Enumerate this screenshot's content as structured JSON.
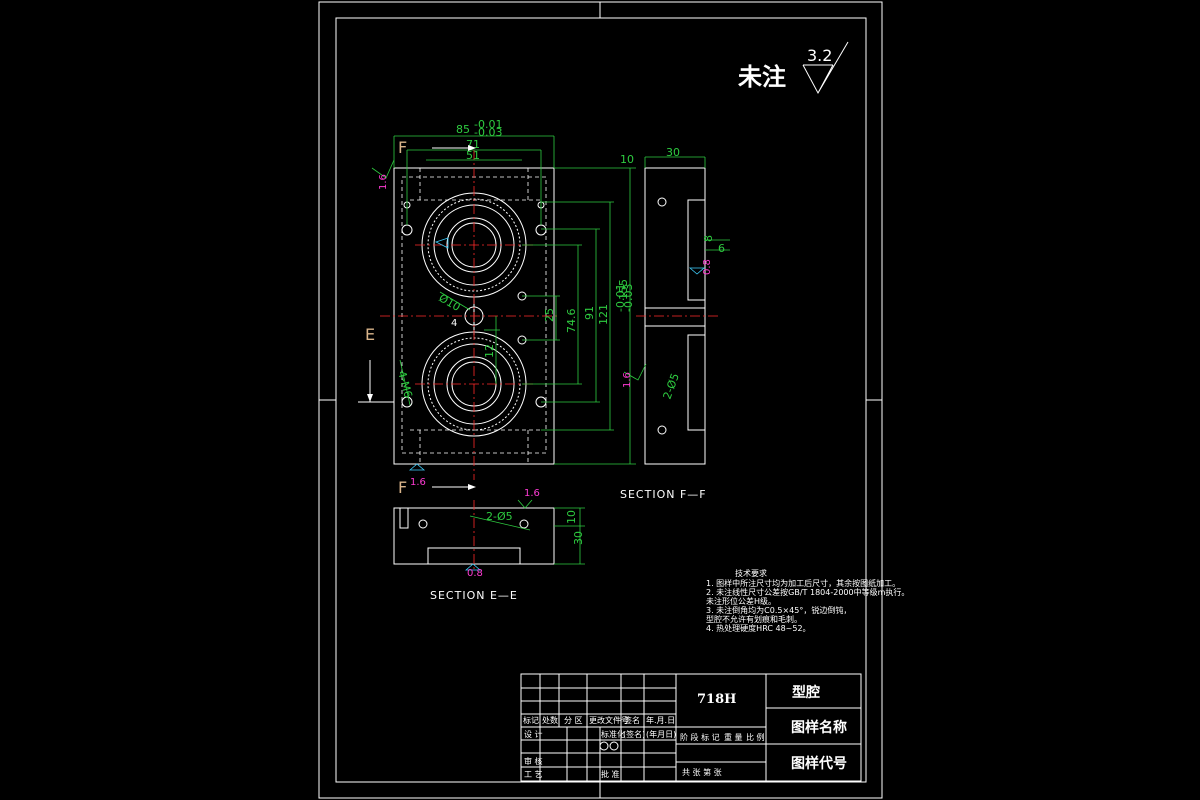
{
  "note_header": {
    "text": "未注",
    "roughness": "3.2"
  },
  "dimensions": {
    "width_85": "85",
    "width_85_tol_up": "-0.01",
    "width_85_tol_dn": "-0.03",
    "width_71": "71",
    "width_51": "51",
    "width_10": "10",
    "width_30": "30",
    "h_155": "155",
    "h_155_tol_up": "-0.01",
    "h_155_tol_dn": "-0.03",
    "h_121": "121",
    "h_91": "91",
    "h_74": "74.6",
    "h_25": "25",
    "h_12": "12",
    "dia_10": "Ø10",
    "four": "4",
    "screw": "4-M6",
    "ff_8": "8",
    "ff_6": "6",
    "ff_phi5": "2-Ø5",
    "ee_phi5": "2-Ø5",
    "ee_10": "10",
    "ee_30": "30"
  },
  "roughness_marks": {
    "r1": "1.6",
    "r2": "1.6",
    "r3": "1.6",
    "r4": "0.8",
    "r5": "1.6",
    "r6": "0.8"
  },
  "section_labels": {
    "F_top": "F",
    "F_bottom": "F",
    "E": "E",
    "section_ff": "SECTION F—F",
    "section_ee": "SECTION E—E"
  },
  "tech_notes": {
    "title": "技术要求",
    "lines": [
      "1. 图样中所注尺寸均为加工后尺寸，其余按图纸加工。",
      "2. 未注线性尺寸公差按GB/T 1804-2000中等级m执行。",
      "   未注形位公差H级。",
      "3. 未注倒角均为C0.5×45°，锐边倒钝，",
      "   型腔不允许有划痕和毛刺。",
      "4. 热处理硬度HRC 48~52。"
    ]
  },
  "title_block": {
    "material": "718H",
    "part_name": "型腔",
    "label_name": "图样名称",
    "label_code": "图样代号",
    "row_headers": [
      "标记",
      "处数",
      "分 区",
      "更改文件号",
      "签名",
      "年.月.日"
    ],
    "roles": [
      "设 计",
      "审 核",
      "工 艺"
    ],
    "std": "标准化",
    "sign": "(签名)",
    "date": "(年月日)",
    "approve": "批 准",
    "stage_headers": [
      "阶 段 标 记",
      "重 量",
      "比 例"
    ],
    "sheet": "共   张   第   张"
  }
}
